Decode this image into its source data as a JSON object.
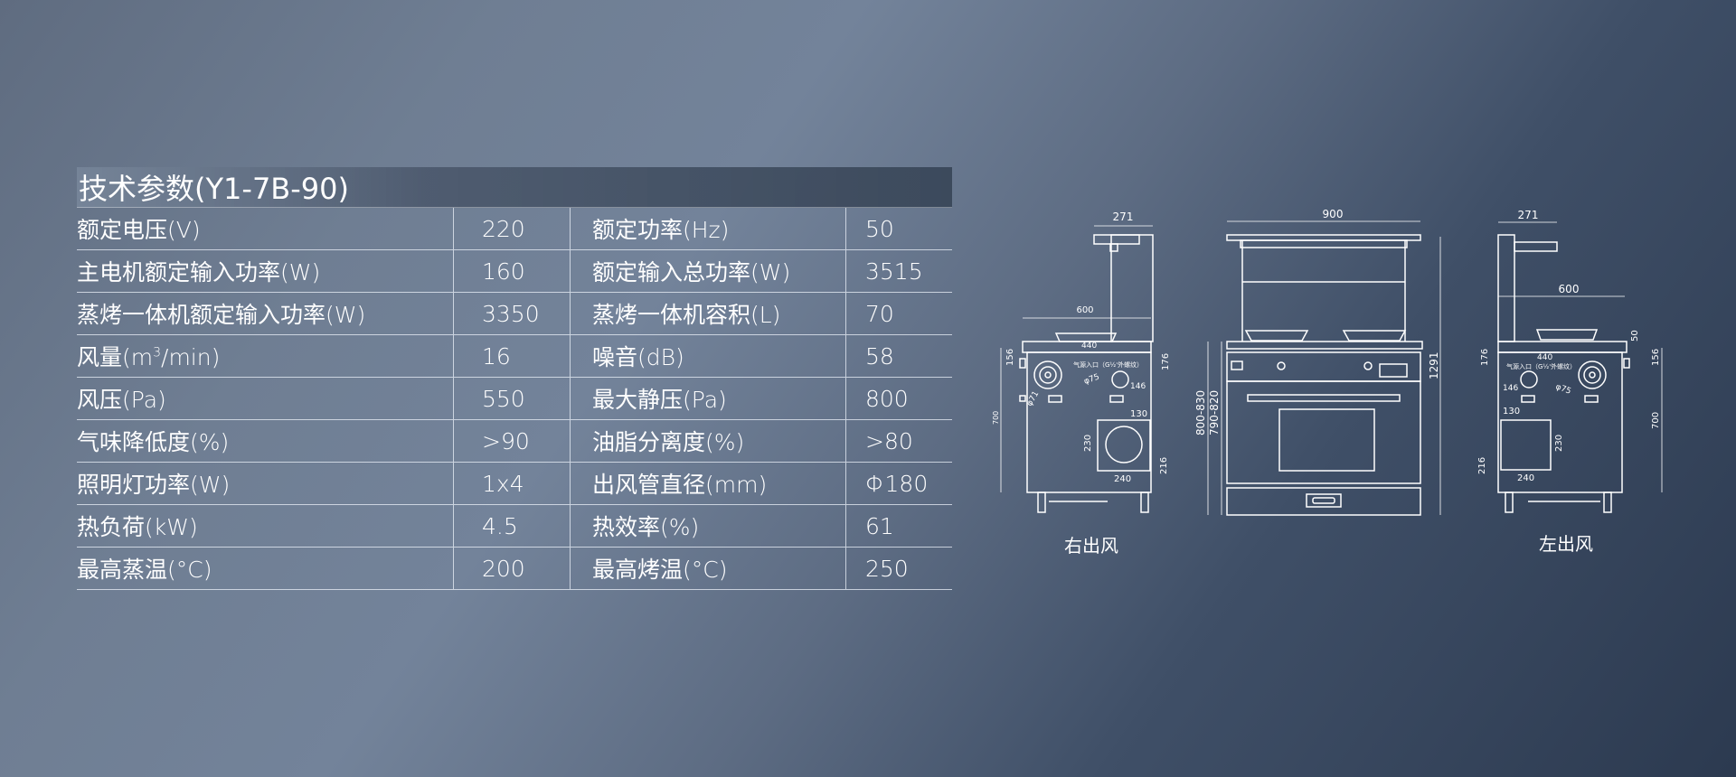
{
  "spec_table": {
    "title": "技术参数(Y1-7B-90)",
    "rows": [
      {
        "label1": "额定电压(V)",
        "value1": "220",
        "label2": "额定功率(Hz)",
        "value2": "50"
      },
      {
        "label1": "主电机额定输入功率(W)",
        "value1": "160",
        "label2": "额定输入总功率(W)",
        "value2": "3515"
      },
      {
        "label1": "蒸烤一体机额定输入功率(W)",
        "value1": "3350",
        "label2": "蒸烤一体机容积(L)",
        "value2": "70"
      },
      {
        "label1_pre": "风量(m",
        "label1_sup": "3",
        "label1_post": "/min)",
        "value1": "16",
        "label2": "噪音(dB)",
        "value2": "58"
      },
      {
        "label1": "风压(Pa)",
        "value1": "550",
        "label2": "最大静压(Pa)",
        "value2": "800"
      },
      {
        "label1": "气味降低度(%)",
        "value1": ">90",
        "label2": "油脂分离度(%)",
        "value2": ">80"
      },
      {
        "label1": "照明灯功率(W)",
        "value1": "1x4",
        "label2": "出风管直径(mm)",
        "value2": "Φ180"
      },
      {
        "label1": "热负荷(kW)",
        "value1": "4.5",
        "label2": "热效率(%)",
        "value2": "61"
      },
      {
        "label1": "最高蒸温(°C)",
        "value1": "200",
        "label2": "最高烤温(°C)",
        "value2": "250"
      }
    ]
  },
  "drawings": {
    "right_outlet": {
      "caption": "右出风",
      "dims": {
        "top_width": "271",
        "depth": "600",
        "h156": "156",
        "h176": "176",
        "w440": "440",
        "gas_inlet": "气源入口（G½'外螺纹）",
        "d71": "φ71",
        "d75": "φ75",
        "w146": "146",
        "w130": "130",
        "h230": "230",
        "w240": "240",
        "h216": "216",
        "h700": "700"
      }
    },
    "front": {
      "dims": {
        "width": "900",
        "height": "1291",
        "h_outer": "800-830",
        "h_inner": "790-820"
      }
    },
    "left_outlet": {
      "caption": "左出风",
      "dims": {
        "top_width": "271",
        "depth": "600",
        "h50": "50",
        "h156": "156",
        "h176": "176",
        "w440": "440",
        "gas_inlet": "气源入口（G½'外螺纹）",
        "d75": "φ75",
        "w146": "146",
        "w130": "130",
        "h230": "230",
        "w240": "240",
        "h216": "216",
        "h700": "700"
      }
    }
  }
}
